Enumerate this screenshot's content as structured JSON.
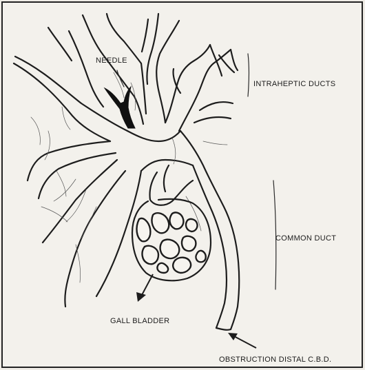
{
  "figure": {
    "labels": {
      "needle": "NEEDLE",
      "intrahepatic_ducts": "INTRAHEPTIC DUCTS",
      "common_duct": "COMMON DUCT",
      "gall_bladder": "GALL BLADDER",
      "obstruction": "OBSTRUCTION DISTAL C.B.D."
    }
  }
}
